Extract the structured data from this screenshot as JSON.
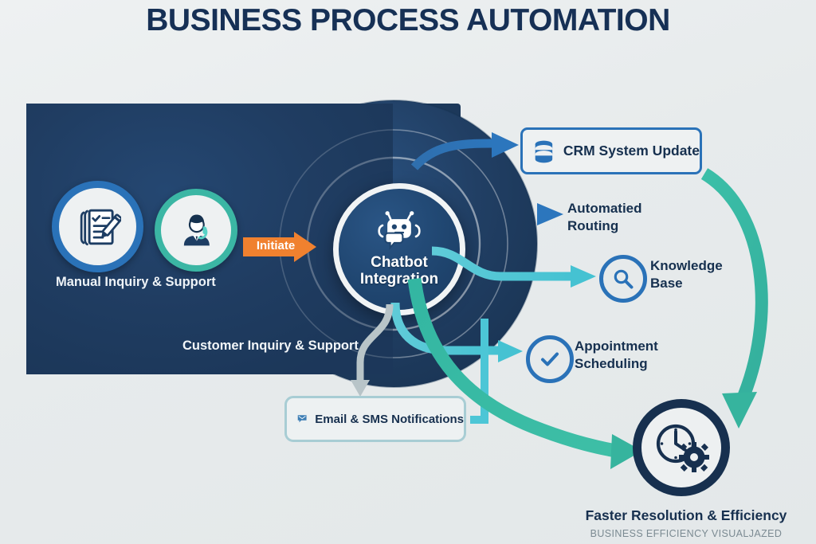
{
  "title": "BUSINESS PROCESS AUTOMATION",
  "panel": {
    "manual_label": "Manual Inquiry & Support",
    "customer_label": "Customer Inquiry & Support",
    "icons": [
      {
        "name": "form-document-pencil-icon",
        "ring_color": "#2a72b8"
      },
      {
        "name": "support-agent-headset-icon",
        "ring_color": "#3bb6a4"
      }
    ]
  },
  "initiate": {
    "label": "Initiate",
    "color": "#f0812f"
  },
  "chatbot": {
    "label_line1": "Chatbot",
    "label_line2": "Integration",
    "icon": "robot-chat-icon",
    "color": "#1f456f"
  },
  "outputs": [
    {
      "id": "crm",
      "label": "CRM System Update",
      "icon": "database-icon",
      "style": "boxed",
      "color": "#2a72b8"
    },
    {
      "id": "routing",
      "label_line1": "Automatied",
      "label_line2": "Routing",
      "style": "text",
      "color": "#16304f"
    },
    {
      "id": "knowledge",
      "label_line1": "Knowledge",
      "label_line2": "Base",
      "icon": "magnifier-icon",
      "style": "icon-text",
      "color": "#2a72b8"
    },
    {
      "id": "appointment",
      "label_line1": "Appointment",
      "label_line2": "Scheduling",
      "icon": "check-circle-icon",
      "style": "icon-text",
      "color": "#2a72b8"
    },
    {
      "id": "notifications",
      "label": "Email & SMS Notifications",
      "icon": "envelope-message-icon",
      "style": "boxed",
      "color": "#a8cdd4"
    }
  ],
  "result": {
    "title": "Faster Resolution & Efficiency",
    "subtitle": "BUSINESS EFFICIENCY VISUALJAZED",
    "icon": "clock-gear-icon",
    "color": "#17304f"
  },
  "colors": {
    "background": "#e9edee",
    "panel_navy": "#1e3a5f",
    "arrow_blue": "#2c76bd",
    "arrow_cyan": "#4cc6d6",
    "arrow_teal": "#36b49e",
    "arrow_gray": "#b8c4c8",
    "accent_orange": "#f0812f"
  }
}
